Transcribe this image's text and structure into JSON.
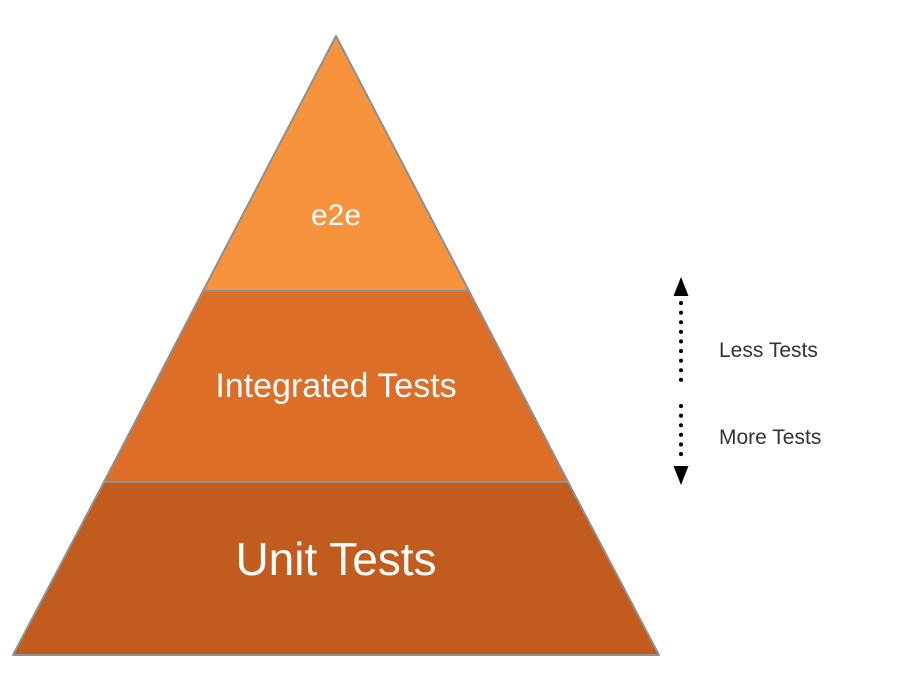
{
  "diagram": {
    "pyramid": {
      "outline_color": "#8E9091",
      "label_color": "#FFFFFF",
      "tiers": [
        {
          "label": "e2e",
          "color": "#F6933C"
        },
        {
          "label": "Integrated Tests",
          "color": "#DC6E28"
        },
        {
          "label": "Unit Tests",
          "color": "#C25B1E"
        }
      ]
    },
    "scale_arrow": {
      "color": "#000000",
      "label_color": "#333333",
      "top_label": "Less Tests",
      "bottom_label": "More Tests"
    }
  }
}
